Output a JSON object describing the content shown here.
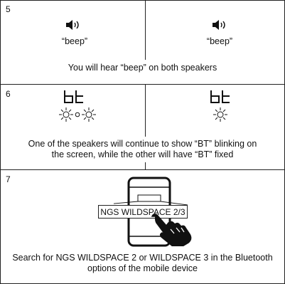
{
  "steps": [
    {
      "number": "5",
      "left": {
        "icon": "speaker-sound-icon",
        "label": "“beep”"
      },
      "right": {
        "icon": "speaker-sound-icon",
        "label": "“beep”"
      },
      "caption": "You will hear “beep” on both speakers"
    },
    {
      "number": "6",
      "left": {
        "display": "bt",
        "icons": [
          "blinking-light-icon",
          "dot-icon",
          "blinking-light-icon"
        ]
      },
      "right": {
        "display": "bt",
        "icons": [
          "blinking-light-icon"
        ]
      },
      "caption_lines": [
        "One of the speakers will continue to show “BT” blinking on",
        "the screen, while the other will have “BT” fixed"
      ]
    },
    {
      "number": "7",
      "device_label": "NGS WILDSPACE 2/3",
      "icons": [
        "smartphone-icon",
        "hand-pointer-icon"
      ],
      "caption_lines": [
        "Search for NGS WILDSPACE 2 or WILDSPACE 3 in the Bluetooth",
        "options of the mobile device"
      ]
    }
  ]
}
